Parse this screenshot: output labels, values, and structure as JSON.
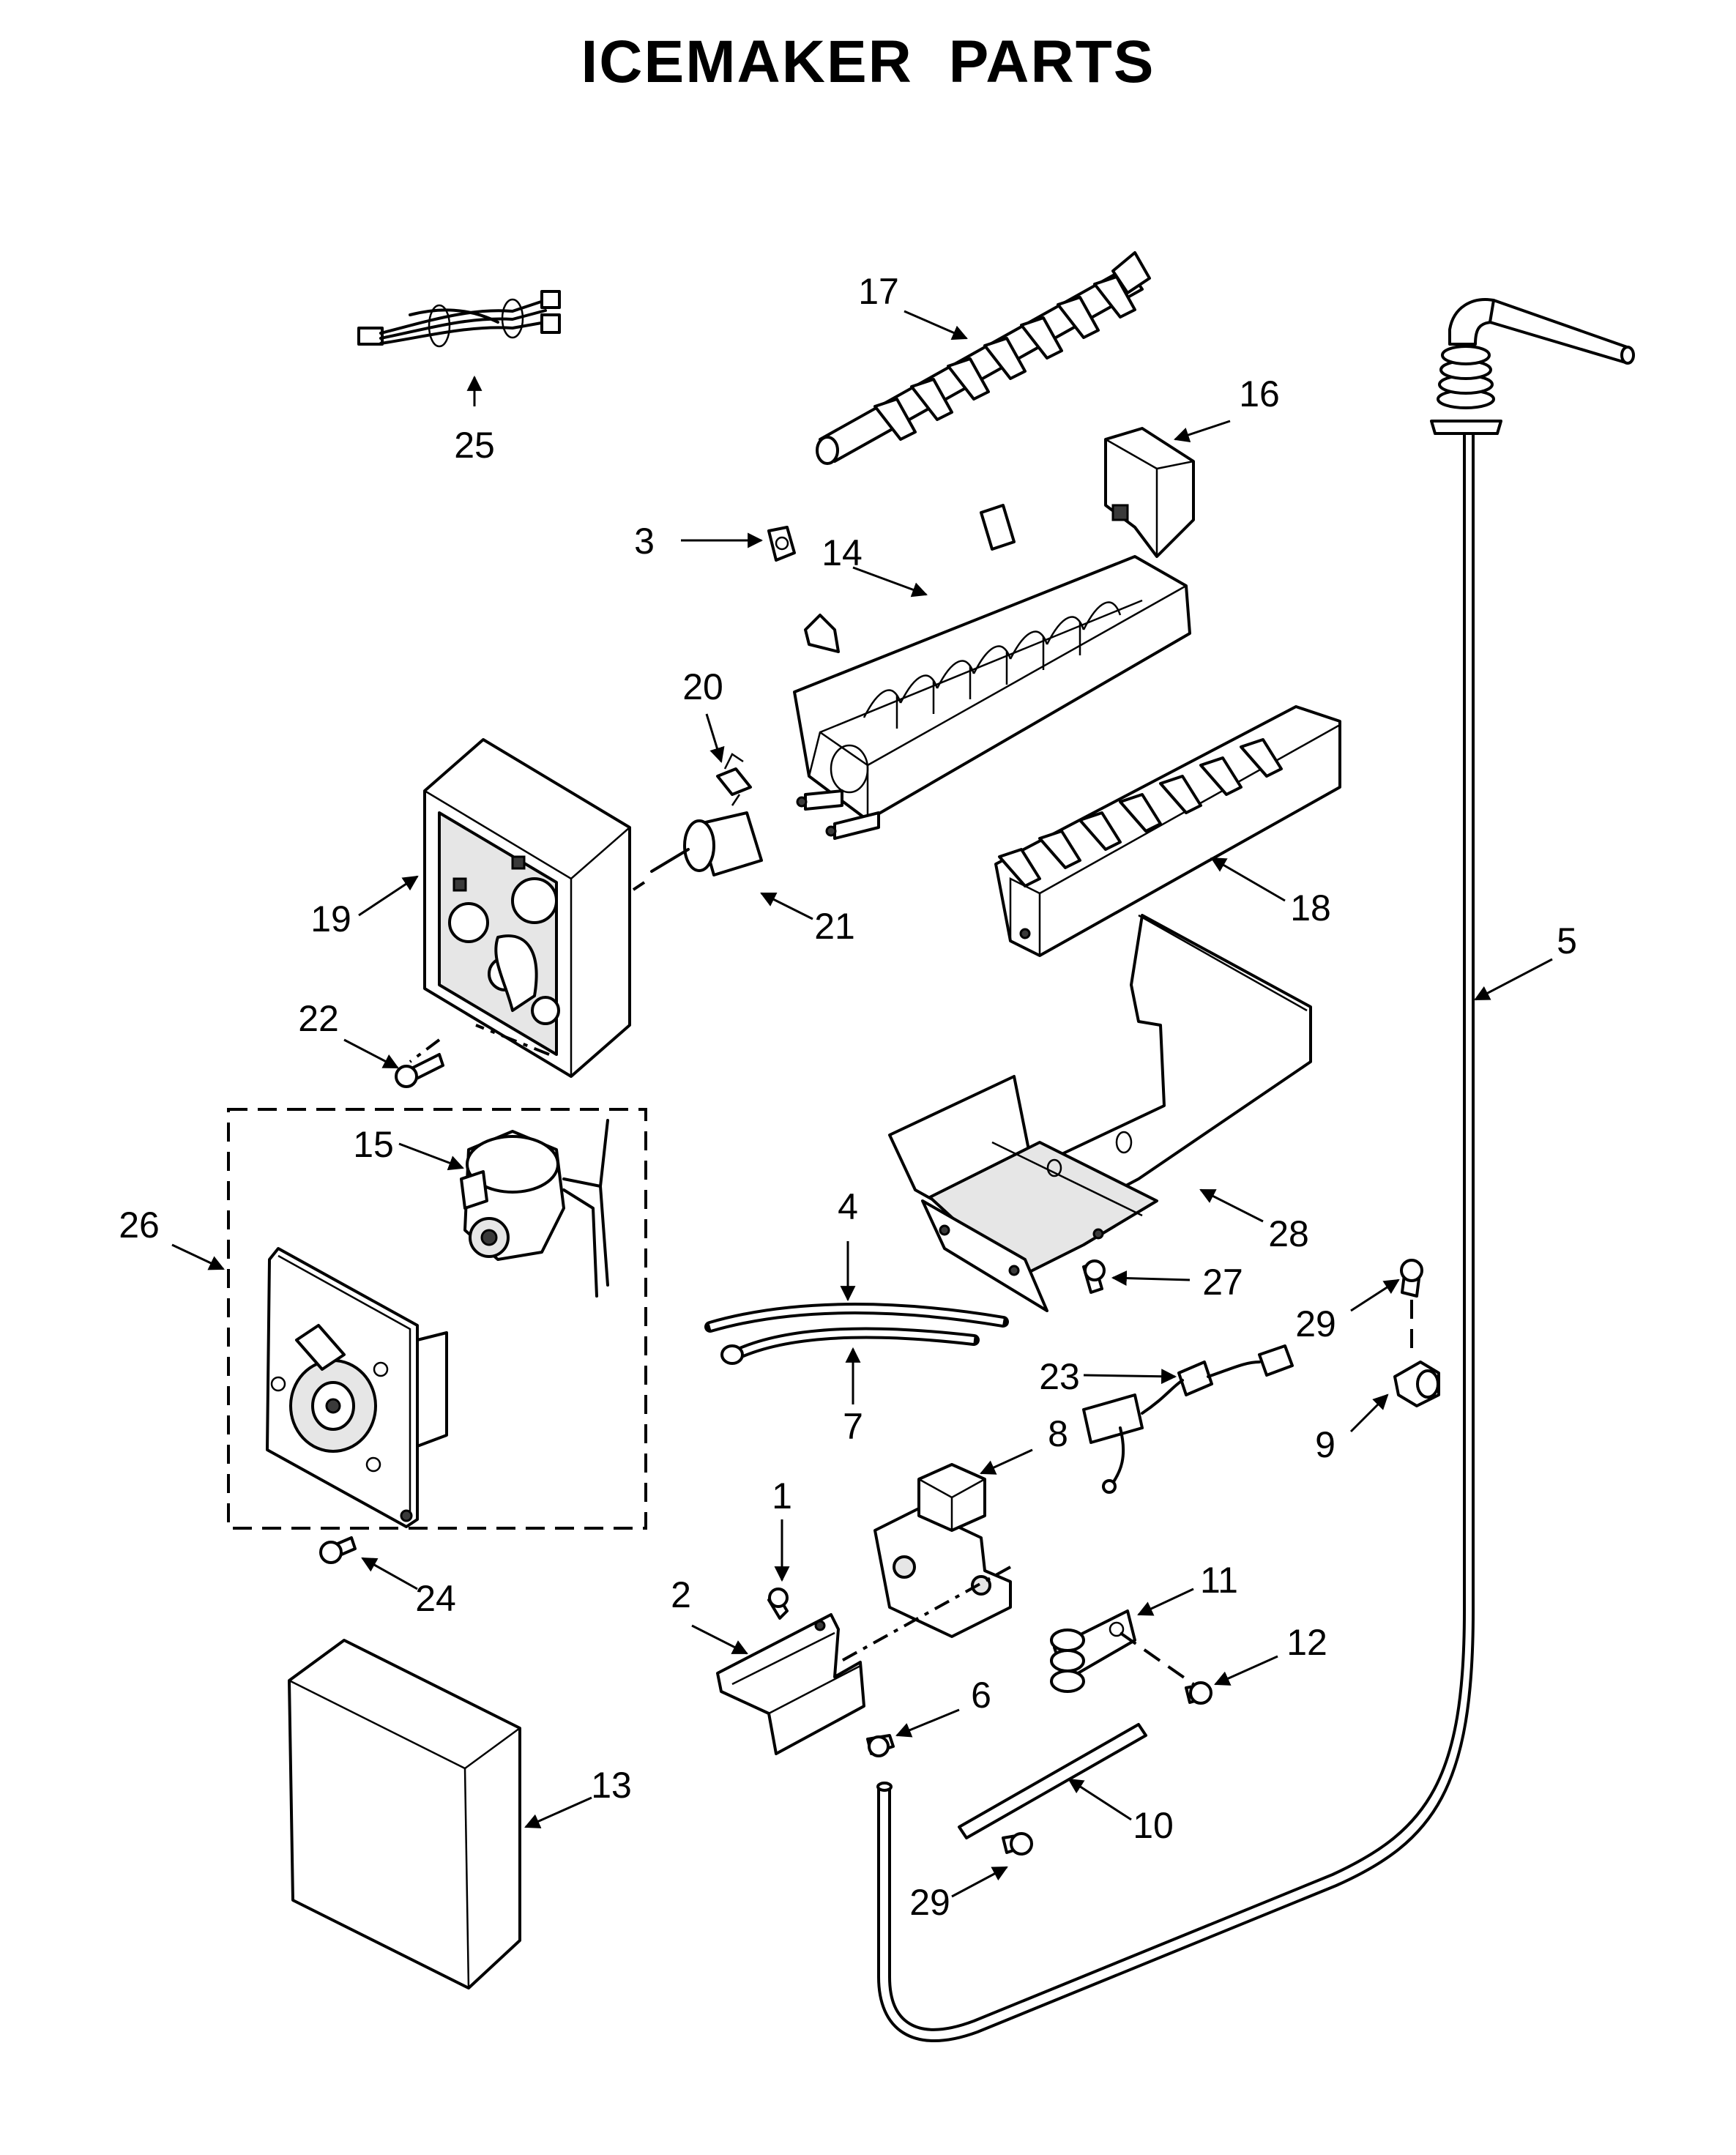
{
  "title": "ICEMAKER PARTS",
  "callouts": {
    "c1": "1",
    "c2": "2",
    "c3": "3",
    "c4": "4",
    "c5": "5",
    "c6": "6",
    "c7": "7",
    "c8": "8",
    "c9": "9",
    "c10": "10",
    "c11": "11",
    "c12": "12",
    "c13": "13",
    "c14": "14",
    "c15": "15",
    "c16": "16",
    "c17": "17",
    "c18": "18",
    "c19": "19",
    "c20": "20",
    "c21": "21",
    "c22": "22",
    "c23": "23",
    "c24": "24",
    "c25": "25",
    "c26": "26",
    "c27": "27",
    "c28": "28",
    "c29a": "29",
    "c29b": "29"
  }
}
